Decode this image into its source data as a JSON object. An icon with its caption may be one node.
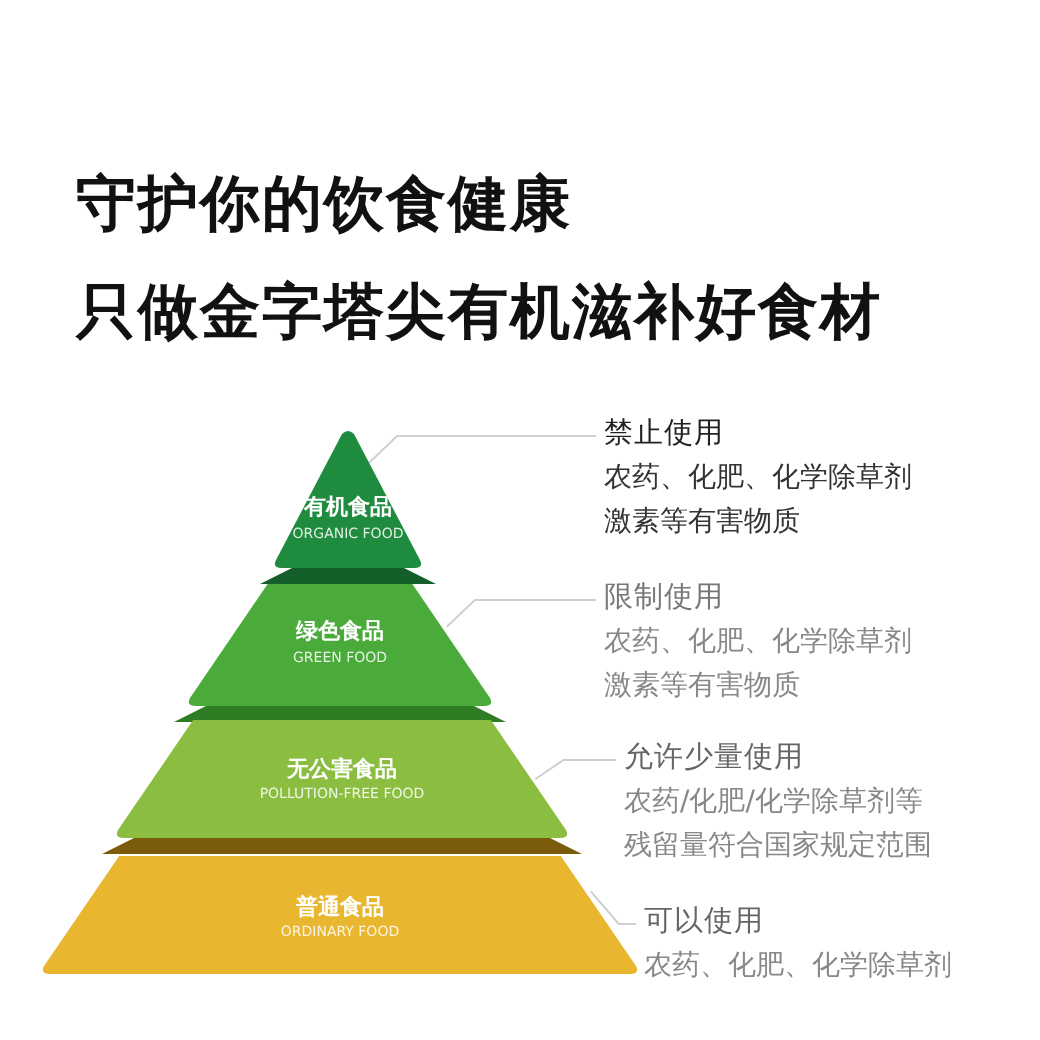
{
  "diagram": {
    "title": "守护你的饮食健康",
    "nodes": [
      {
        "text": [
          "有机食品",
          "ORGANIC FOOD"
        ]
      },
      {
        "text": [
          "绿色食品",
          "GREEN FOOD"
        ]
      },
      {
        "text": [
          "无公害食品",
          "POLLUTION-FREE FOOD"
        ]
      },
      {
        "text": [
          "普通食品",
          "ORDINARY FOOD"
        ]
      },
      {
        "text": [
          "禁止使用",
          "农药、化肥、化学除草剂激素等有害物质"
        ]
      },
      {
        "text": [
          "限制使用",
          "农药、化肥、化学除草剂激素等有害物质"
        ]
      },
      {
        "text": [
          "允许少量使用",
          "农药/化肥/化学除草剂等残留量符合国家规定范围"
        ]
      },
      {
        "text": [
          "可以使用",
          "农药、化肥、化学除草剂"
        ]
      }
    ],
    "edges": [
      {
        "from": 4,
        "to": 0,
        "arrow": "none"
      },
      {
        "from": 5,
        "to": 1,
        "arrow": "none"
      },
      {
        "from": 6,
        "to": 2,
        "arrow": "none"
      },
      {
        "from": 7,
        "to": 3,
        "arrow": "none"
      }
    ],
    "labels": [
      "只做金字塔尖有机滋补好食材"
    ]
  }
}
